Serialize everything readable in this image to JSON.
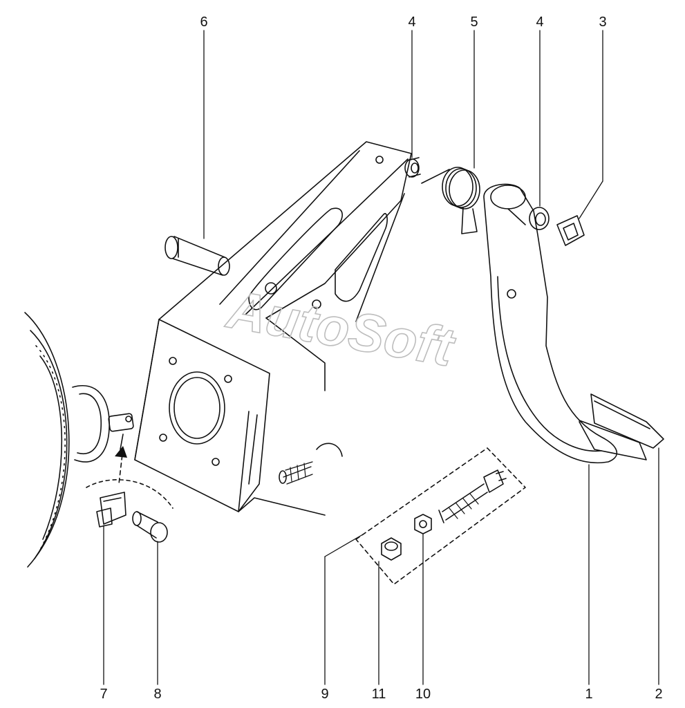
{
  "diagram": {
    "watermark": "AutoSoft",
    "colors": {
      "line": "#111111",
      "watermark": "#bdbdbd",
      "background": "#ffffff"
    },
    "callouts": {
      "c6": "6",
      "c4a": "4",
      "c5": "5",
      "c4b": "4",
      "c3": "3",
      "c7": "7",
      "c8": "8",
      "c9": "9",
      "c11": "11",
      "c10": "10",
      "c1": "1",
      "c2": "2"
    }
  }
}
